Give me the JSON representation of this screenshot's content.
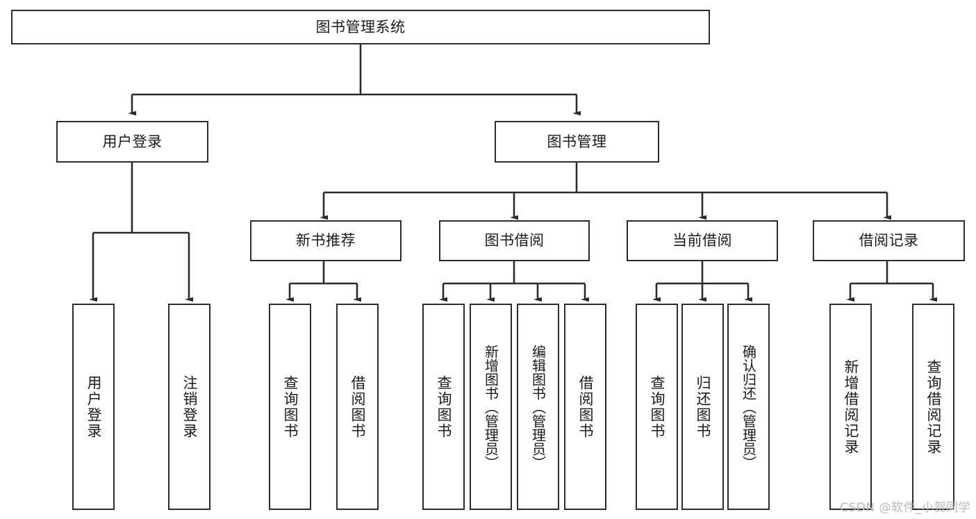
{
  "diagram": {
    "title": "图书管理系统",
    "type": "tree-hierarchy-diagram",
    "colors": {
      "stroke": "#2b2b2b",
      "fill": "#ffffff",
      "text": "#1a1a1a",
      "watermark": "#b9b9b9"
    },
    "root": {
      "label": "图书管理系统"
    },
    "level2": [
      {
        "label": "用户登录"
      },
      {
        "label": "图书管理"
      }
    ],
    "level3": [
      {
        "label": "新书推荐"
      },
      {
        "label": "图书借阅"
      },
      {
        "label": "当前借阅"
      },
      {
        "label": "借阅记录"
      }
    ],
    "leaves": {
      "user_login": [
        {
          "label": "用户登录"
        },
        {
          "label": "注销登录"
        }
      ],
      "new_book_recommend": [
        {
          "label": "查询图书"
        },
        {
          "label": "借阅图书"
        }
      ],
      "book_borrow": [
        {
          "label": "查询图书"
        },
        {
          "label": "新增图书（管理员）"
        },
        {
          "label": "编辑图书（管理员）"
        },
        {
          "label": "借阅图书"
        }
      ],
      "current_borrow": [
        {
          "label": "查询图书"
        },
        {
          "label": "归还图书"
        },
        {
          "label": "确认归还（管理员）"
        }
      ],
      "borrow_records": [
        {
          "label": "新增借阅记录"
        },
        {
          "label": "查询借阅记录"
        }
      ]
    }
  },
  "watermark": {
    "text": "CSDN @软件_小贺同学"
  }
}
